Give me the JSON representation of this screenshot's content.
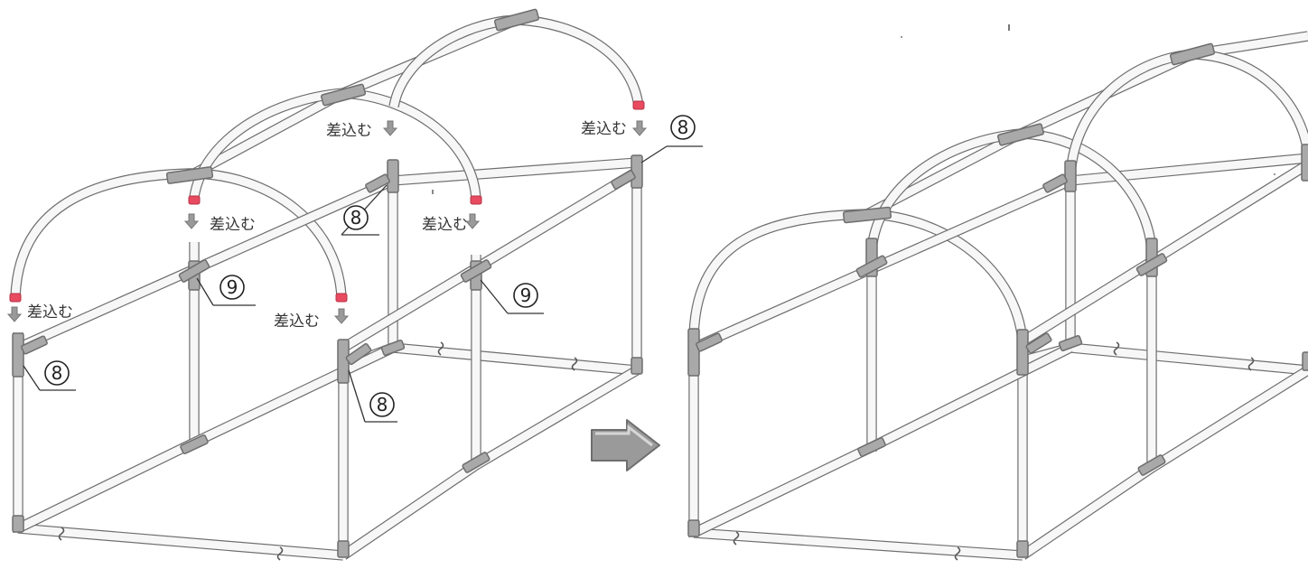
{
  "instructions": {
    "insert_label": "差込む",
    "arrow_glyph": "⇩"
  },
  "callouts": {
    "part_8": "8",
    "part_9": "9"
  },
  "icons": {
    "insert_arrow": "down-arrow-icon",
    "transition_arrow": "right-arrow-icon"
  },
  "colors": {
    "pipe_fill": "#f7f7f7",
    "pipe_outline": "#6e6e6e",
    "joint_fill": "#a9a9a9",
    "cap_red": "#e84a5f",
    "arrow_gray": "#9a9a9a"
  }
}
